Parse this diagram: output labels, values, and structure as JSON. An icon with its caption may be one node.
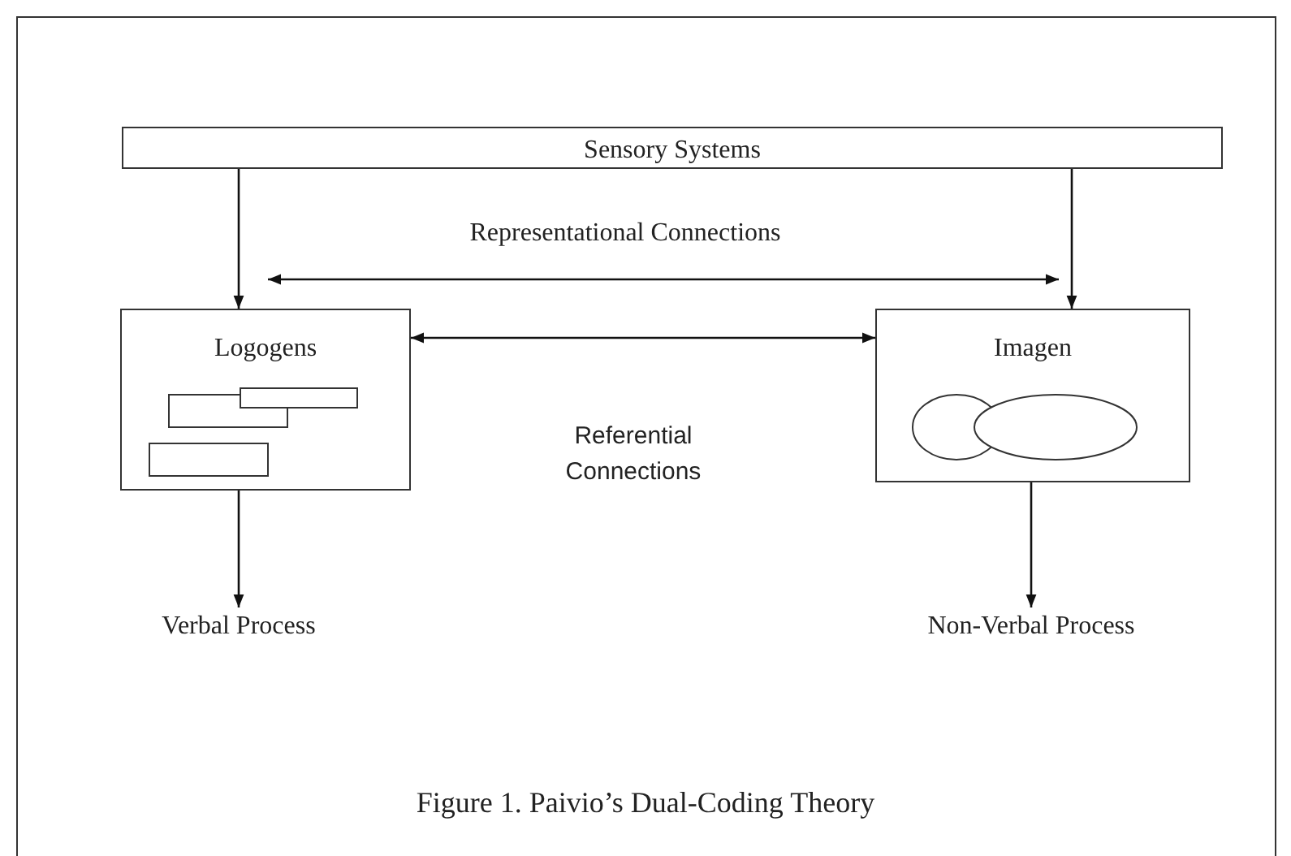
{
  "diagram": {
    "caption": "Figure 1. Paivio’s Dual-Coding Theory",
    "nodes": [
      {
        "text": [
          "Sensory Systems"
        ]
      },
      {
        "text": [
          "Logogens"
        ]
      },
      {
        "text": [
          "Imagen"
        ]
      },
      {
        "text": [
          "Verbal Process"
        ]
      },
      {
        "text": [
          "Non-Verbal Process"
        ]
      }
    ],
    "edges": [
      {
        "from": 0,
        "to": 1,
        "arrow": "to"
      },
      {
        "from": 0,
        "to": 2,
        "arrow": "to"
      },
      {
        "from": 1,
        "to": 2,
        "arrow": "both",
        "label": "Representational Connections"
      },
      {
        "from": 1,
        "to": 2,
        "arrow": "both",
        "label": "Referential Connections"
      },
      {
        "from": 1,
        "to": 3,
        "arrow": "to"
      },
      {
        "from": 2,
        "to": 4,
        "arrow": "to"
      }
    ]
  }
}
